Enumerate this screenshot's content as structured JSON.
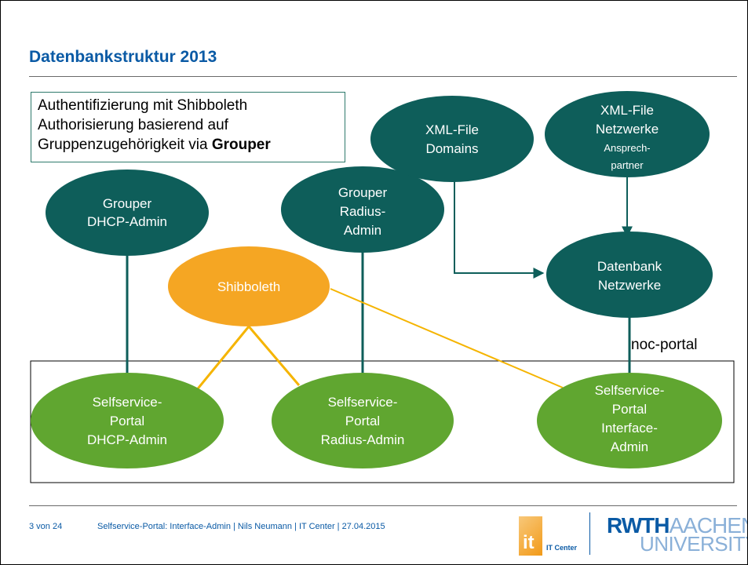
{
  "slide": {
    "title": "Datenbankstruktur 2013",
    "info_lines": [
      "Authentifizierung mit Shibboleth",
      "Authorisierung basierend auf",
      "Gruppenzugehörigkeit via "
    ],
    "info_bold": "Grouper",
    "portal_label": "noc-portal"
  },
  "nodes": {
    "grouper_dhcp": [
      "Grouper",
      "DHCP-Admin"
    ],
    "grouper_radius": [
      "Grouper",
      "Radius-",
      "Admin"
    ],
    "xml_domains": [
      "XML-File",
      "Domains"
    ],
    "xml_netzwerke": [
      "XML-File",
      "Netzwerke"
    ],
    "xml_netzwerke_small": [
      "Ansprech-",
      "partner"
    ],
    "datenbank": [
      "Datenbank",
      "Netzwerke"
    ],
    "shibboleth": [
      "Shibboleth"
    ],
    "ssp_dhcp": [
      "Selfservice-",
      "Portal",
      "DHCP-Admin"
    ],
    "ssp_radius": [
      "Selfservice-",
      "Portal",
      "Radius-Admin"
    ],
    "ssp_interface": [
      "Selfservice-",
      "Portal",
      "Interface-",
      "Admin"
    ]
  },
  "colors": {
    "teal": "#0e5e5a",
    "green": "#60a630",
    "orange": "#f5a623",
    "orange_line": "#f5b400",
    "title_blue": "#0a5aa5"
  },
  "footer": {
    "page": "3 von 24",
    "text": "Selfservice-Portal: Interface-Admin  |  Nils Neumann |  IT Center  |  27.04.2015",
    "itc_glyph": "it",
    "itc_name": "IT Center",
    "rwth_bold": "RWTH",
    "rwth_light": "AACHEN",
    "rwth_university": "UNIVERSITY"
  }
}
